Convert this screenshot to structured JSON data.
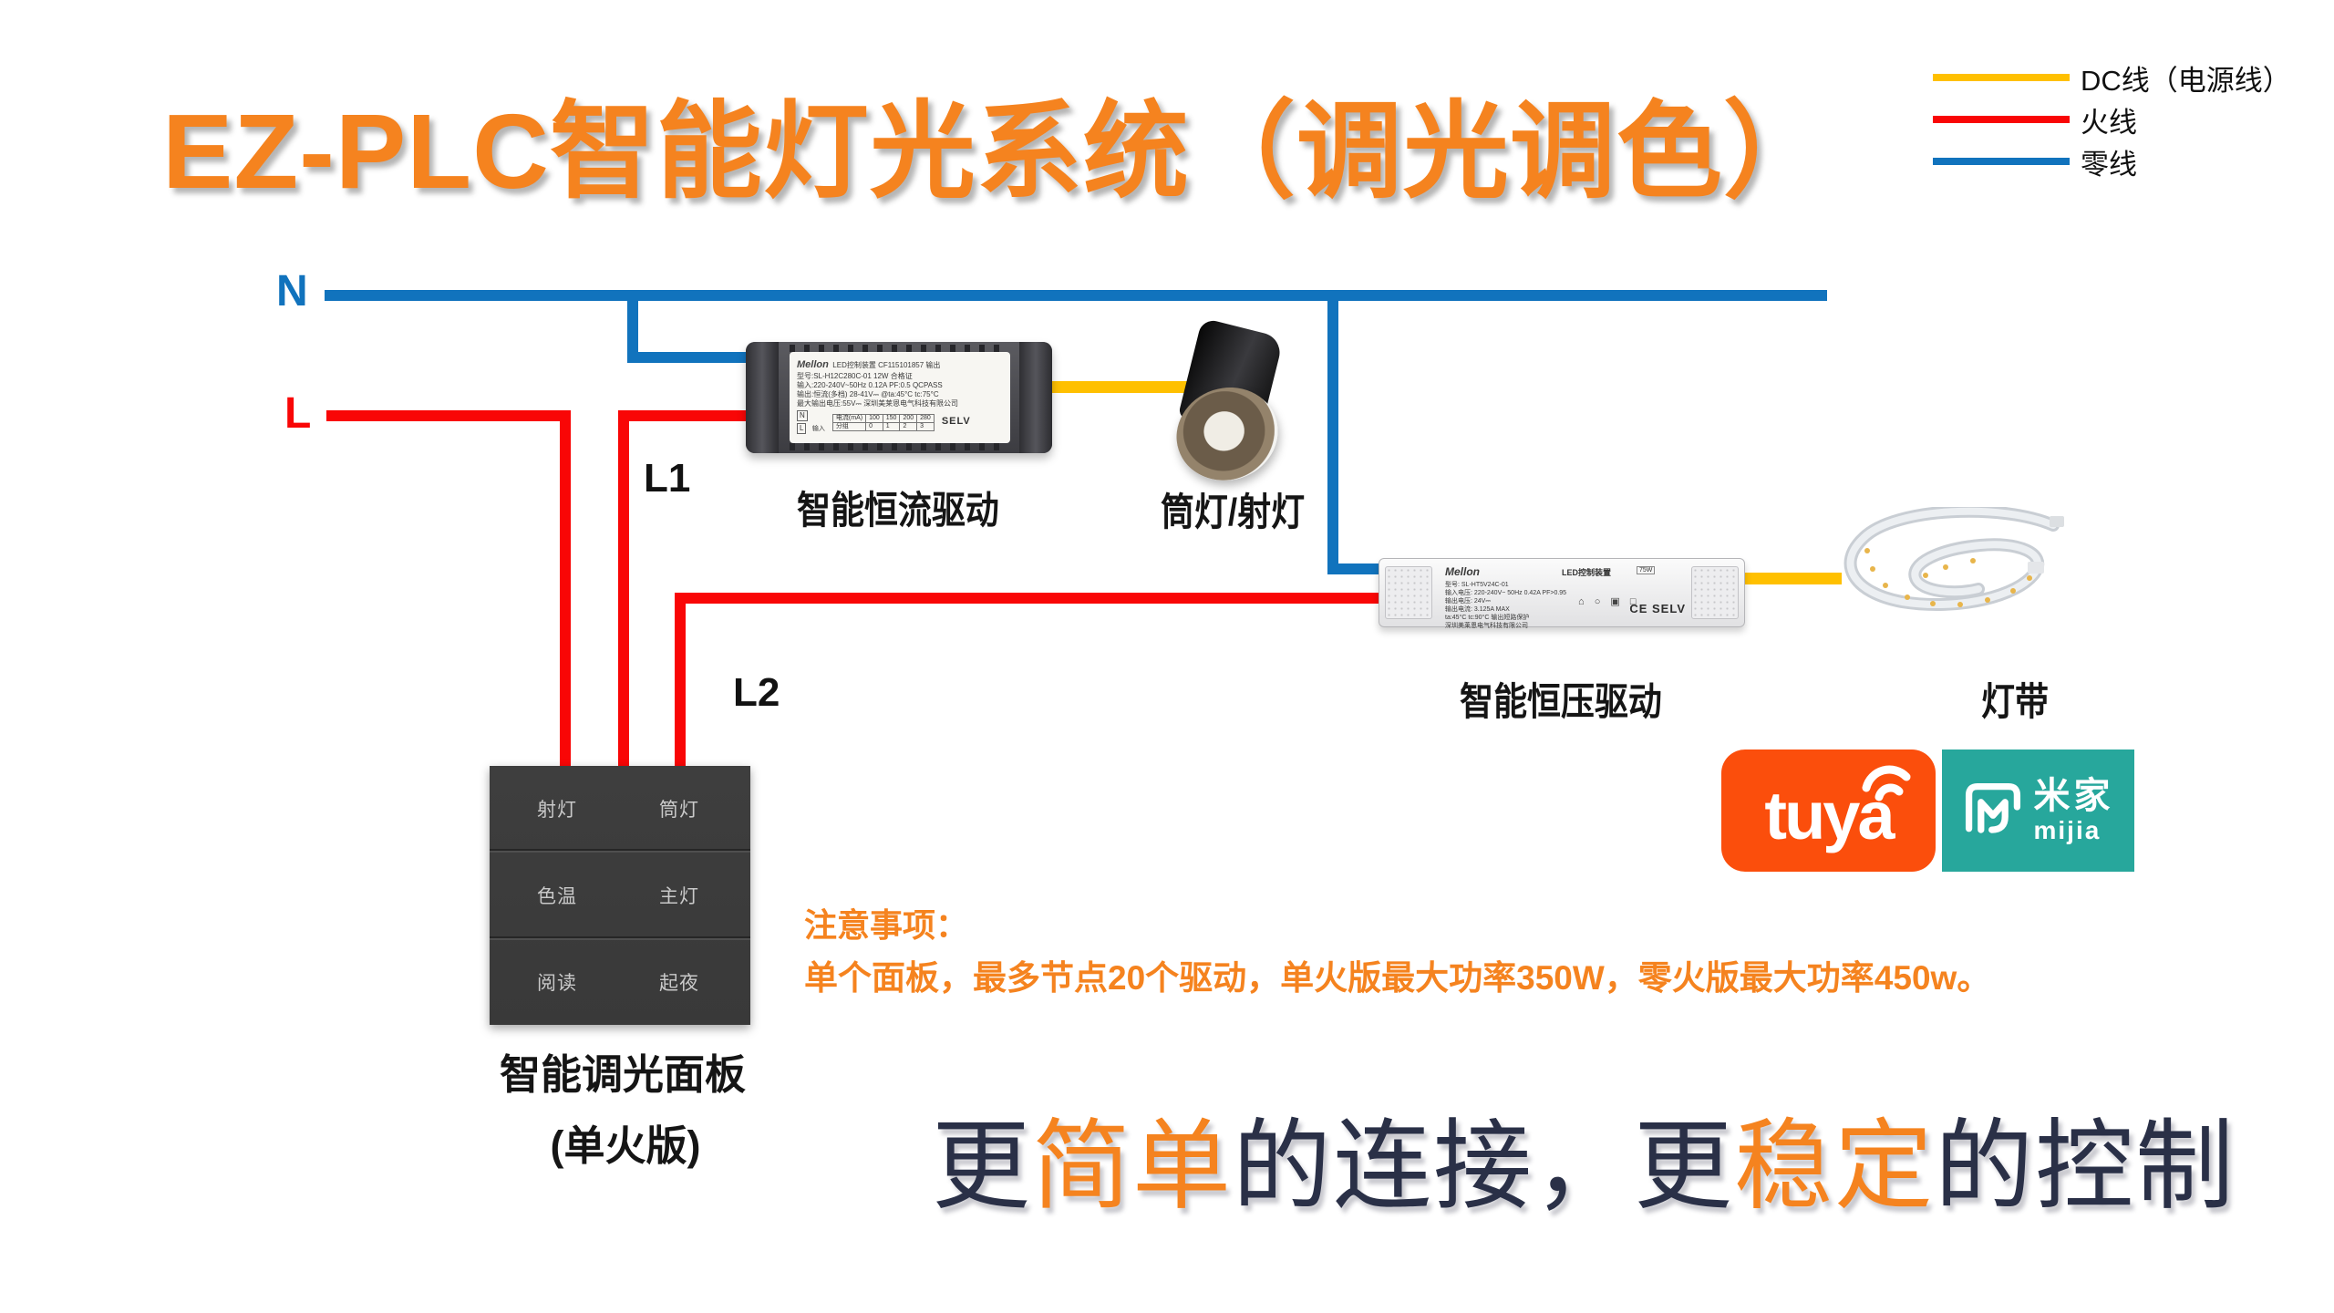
{
  "title": "EZ-PLC智能灯光系统（调光调色）",
  "colors": {
    "accent_orange": "#F5831F",
    "wire_dc": "#FFC000",
    "wire_live": "#F90606",
    "wire_neutral": "#1173BD",
    "tuya_orange": "#FB4E0C",
    "mijia_teal": "#27A79C",
    "headline_dark": "#2A3047",
    "panel_dark": "#3D3D3D"
  },
  "legend": {
    "items": [
      {
        "label": "DC线（电源线）",
        "color": "#FFC000"
      },
      {
        "label": "火线",
        "color": "#F90606"
      },
      {
        "label": "零线",
        "color": "#1173BD"
      }
    ]
  },
  "wires": {
    "n_label": "N",
    "l_label": "L",
    "l1_label": "L1",
    "l2_label": "L2"
  },
  "devices": {
    "cc_driver": {
      "name": "智能恒流驱动",
      "brand": "Mellon",
      "lines": [
        "LED控制装置  CF115101857  输出",
        "型号:SL-H12C280C-01   12W   合格证",
        "输入:220-240V~50Hz 0.12A PF:0.5  QCPASS",
        "输出:恒流(多档) 28-41V⎓  @ta:45°C tc:75°C",
        "最大输出电压:55V⎓  深圳美莱恩电气科技有限公司"
      ],
      "table": {
        "row1": [
          "电流(mA)",
          "100",
          "150",
          "200",
          "280"
        ],
        "row2": [
          "分组",
          "0",
          "1",
          "2",
          "3"
        ]
      },
      "selv": "SELV",
      "terminal_n": "N",
      "terminal_l": "L",
      "input_label": "输入"
    },
    "downlight": {
      "name": "筒灯/射灯"
    },
    "cv_driver": {
      "name": "智能恒压驱动",
      "brand": "Mellon",
      "title": "LED控制装置",
      "watt": "75W",
      "lines": [
        "型号: SL-HT5V24C-01",
        "输入电压: 220-240V~ 50Hz 0.42A PF>0.95",
        "输出电压: 24V⎓",
        "输出电流: 3.125A MAX",
        "ta:45°C  tc:90°C   输出短路保护",
        "深圳美莱恩电气科技有限公司"
      ],
      "icons": "⌂ ○ ▣ □",
      "ce": "CE SELV"
    },
    "strip": {
      "name": "灯带"
    }
  },
  "panel": {
    "name": "智能调光面板",
    "variant": "(单火版)",
    "buttons": [
      [
        "射灯",
        "筒灯"
      ],
      [
        "色温",
        "主灯"
      ],
      [
        "阅读",
        "起夜"
      ]
    ]
  },
  "logos": {
    "tuya": "tuya",
    "mijia_cn": "米家",
    "mijia_en": "mijia"
  },
  "note": {
    "heading": "注意事项：",
    "body": "单个面板，最多节点20个驱动，单火版最大功率350W，零火版最大功率450w。"
  },
  "headline": {
    "parts": [
      {
        "text": "更",
        "tone": "dark"
      },
      {
        "text": "简单",
        "tone": "orange"
      },
      {
        "text": "的连接，更",
        "tone": "dark"
      },
      {
        "text": "稳定",
        "tone": "orange"
      },
      {
        "text": "的控制",
        "tone": "dark"
      }
    ]
  }
}
